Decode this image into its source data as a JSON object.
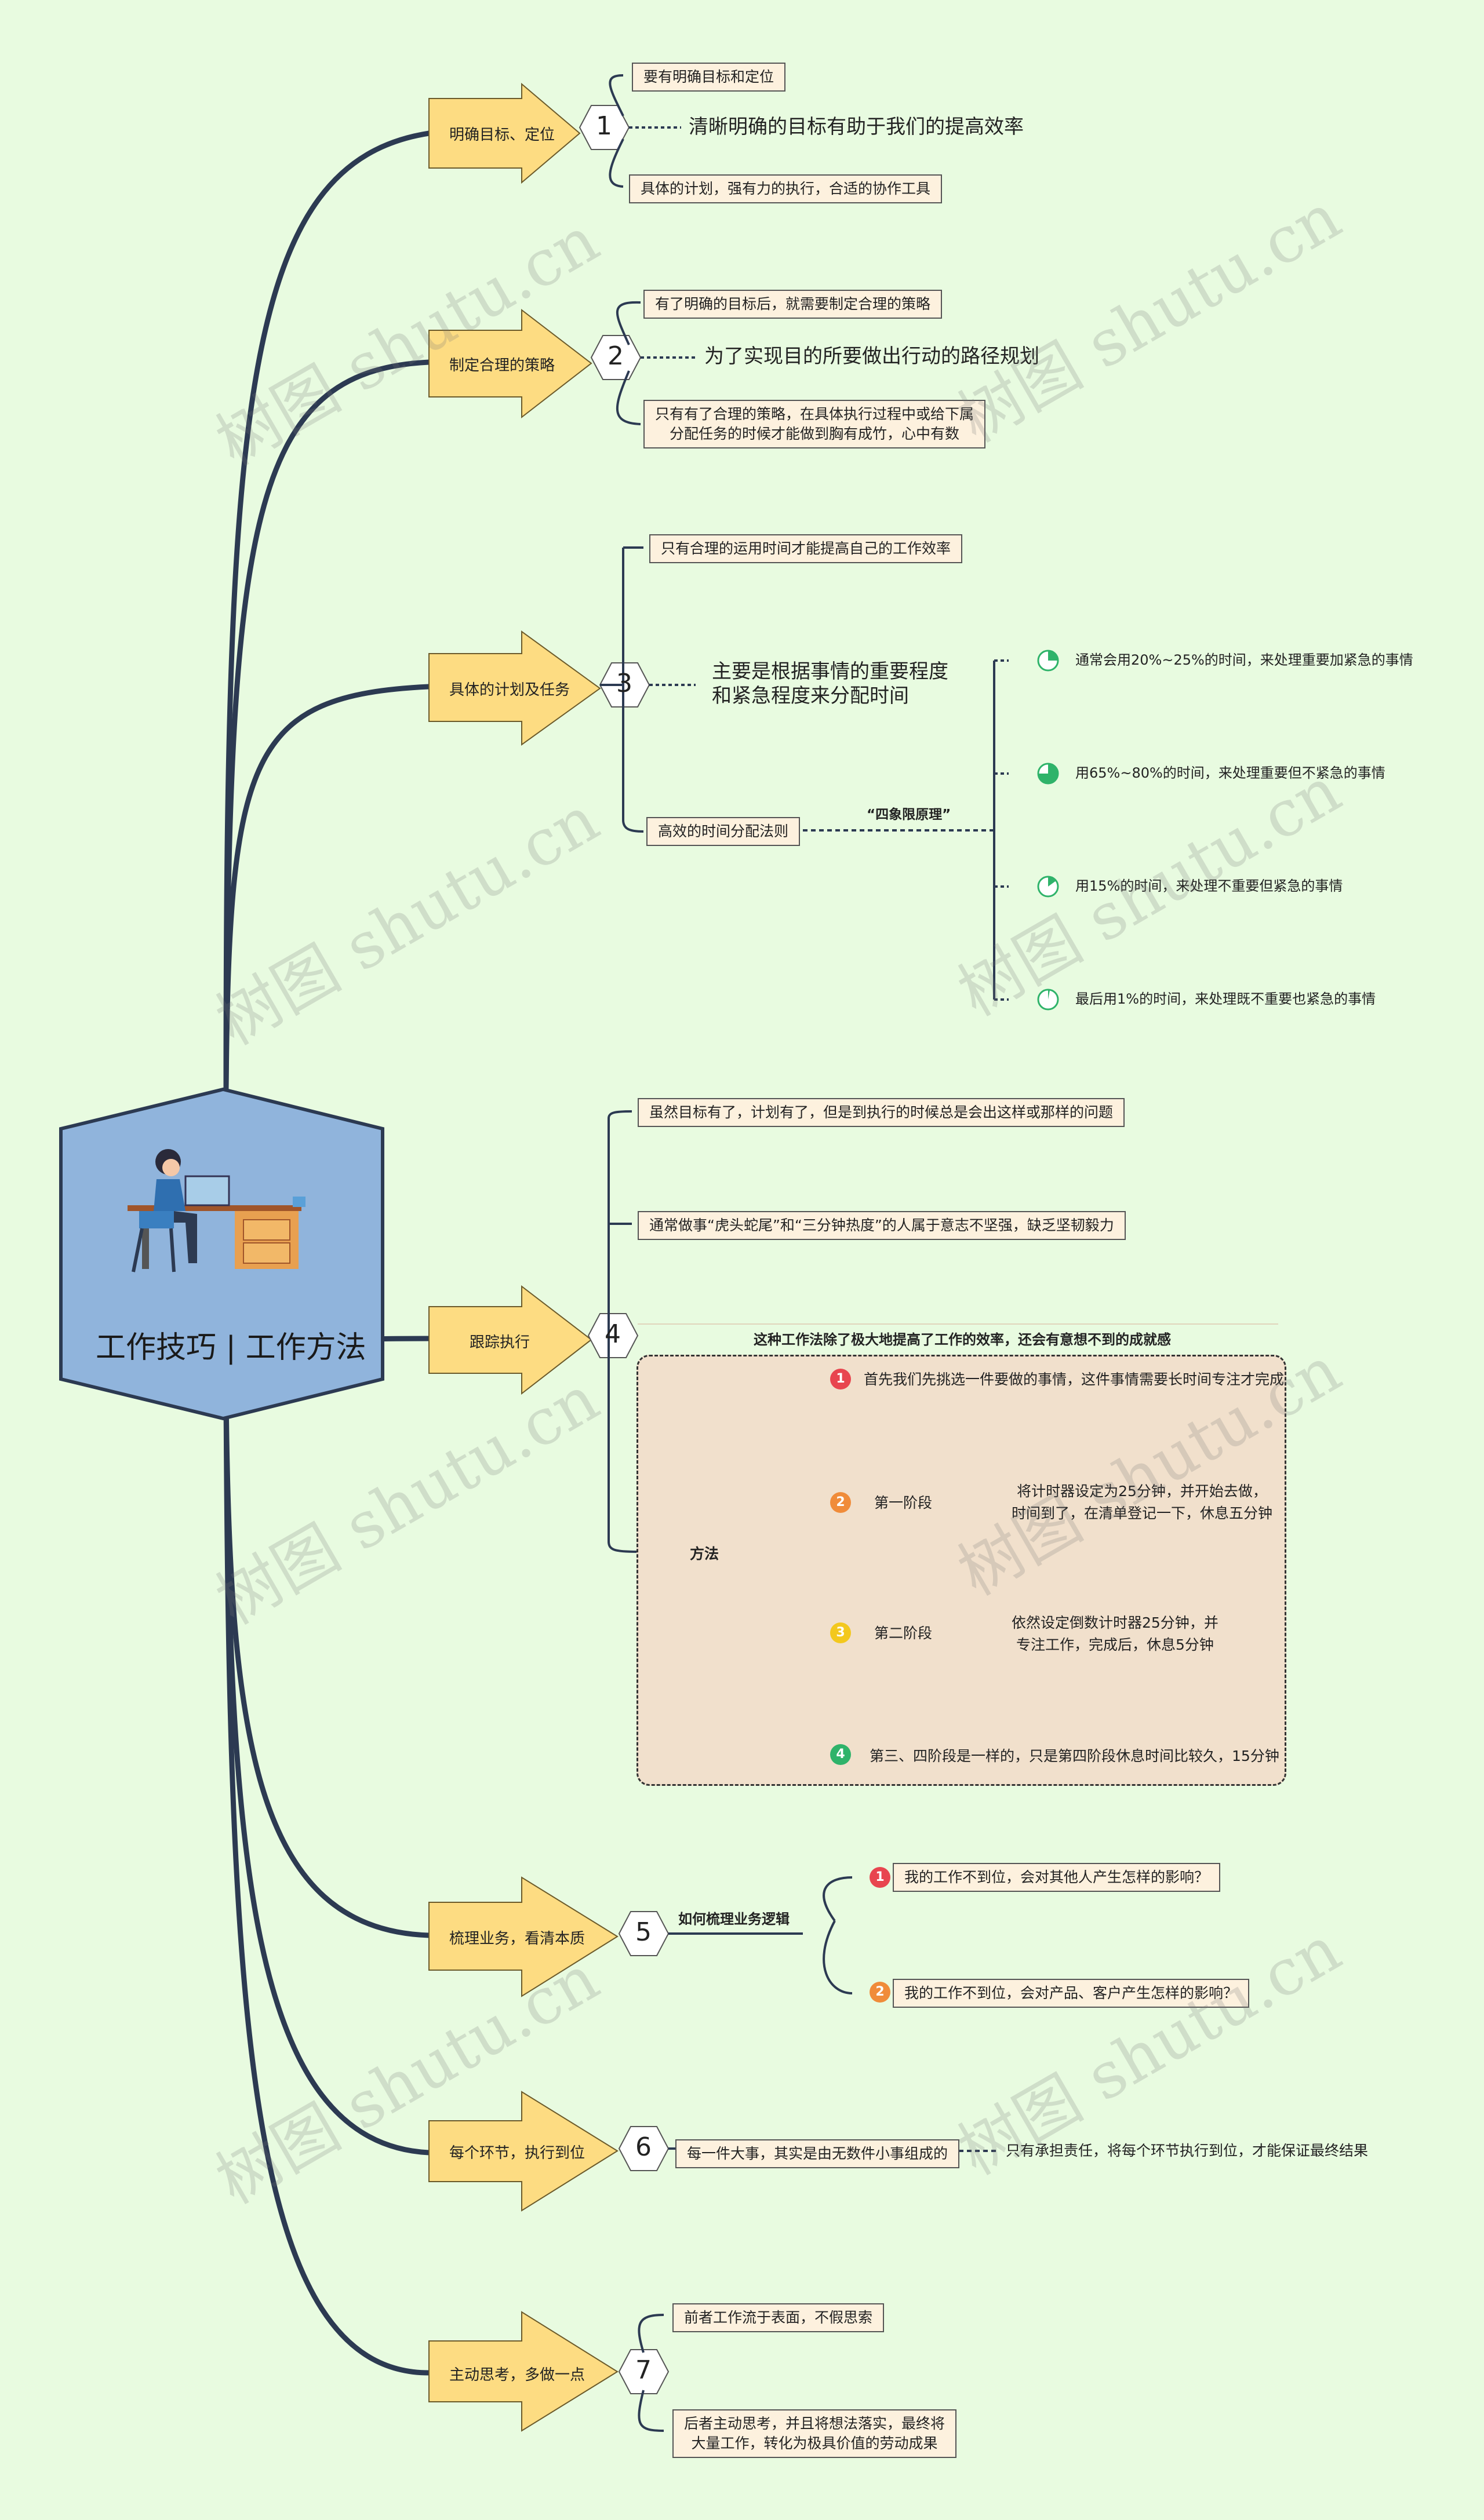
{
  "center": {
    "title": "工作技巧 | 工作方法"
  },
  "branches": [
    {
      "num": "1",
      "arrow": "明确目标、定位",
      "main": "清晰明确的目标有助于我们的提高效率",
      "subs": [
        "要有明确目标和定位",
        "具体的计划，强有力的执行，合适的协作工具"
      ]
    },
    {
      "num": "2",
      "arrow": "制定合理的策略",
      "main": "为了实现目的所要做出行动的路径规划",
      "subs": [
        "有了明确的目标后，就需要制定合理的策略",
        "只有有了合理的策略，在具体执行过程中或给下属\n分配任务的时候才能做到胸有成竹，心中有数"
      ]
    },
    {
      "num": "3",
      "arrow": "具体的计划及任务",
      "main": "主要是根据事情的重要程度\n和紧急程度来分配时间",
      "subs": [
        "只有合理的运用时间才能提高自己的工作效率",
        "高效的时间分配法则"
      ],
      "rule_label": "“四象限原理”",
      "quadrants": [
        {
          "text": "通常会用20%~25%的时间，来处理重要加紧急的事情",
          "fill": 0.25
        },
        {
          "text": "用65%~80%的时间，来处理重要但不紧急的事情",
          "fill": 0.75
        },
        {
          "text": "用15%的时间，来处理不重要但紧急的事情",
          "fill": 0.15
        },
        {
          "text": "最后用1%的时间，来处理既不重要也紧急的事情",
          "fill": 0.03
        }
      ]
    },
    {
      "num": "4",
      "arrow": "跟踪执行",
      "subs": [
        "虽然目标有了，计划有了，但是到执行的时候总是会出这样或那样的问题",
        "通常做事“虎头蛇尾”和“三分钟热度”的人属于意志不坚强，缺乏坚韧毅力"
      ],
      "method_heading": "这种工作法除了极大地提高了工作的效率，还会有意想不到的成就感",
      "method_label": "方法",
      "steps": [
        {
          "badge": "1",
          "text": "首先我们先挑选一件要做的事情，这件事情需要长时间专注才完成",
          "detail": ""
        },
        {
          "badge": "2",
          "text": "第一阶段",
          "detail": "将计时器设定为25分钟，并开始去做，\n时间到了，在清单登记一下，休息五分钟"
        },
        {
          "badge": "3",
          "text": "第二阶段",
          "detail": "依然设定倒数计时器25分钟，并\n专注工作，完成后，休息5分钟"
        },
        {
          "badge": "4",
          "text": "第三、四阶段是一样的，只是第四阶段休息时间比较久，15分钟",
          "detail": ""
        }
      ]
    },
    {
      "num": "5",
      "arrow": "梳理业务，看清本质",
      "main": "如何梳理业务逻辑",
      "subs": [
        "我的工作不到位，会对其他人产生怎样的影响？",
        "我的工作不到位，会对产品、客户产生怎样的影响？"
      ]
    },
    {
      "num": "6",
      "arrow": "每个环节，执行到位",
      "main": "每一件大事，其实是由无数件小事组成的",
      "subs": [
        "只有承担责任，将每个环节执行到位，才能保证最终结果"
      ]
    },
    {
      "num": "7",
      "arrow": "主动思考，多做一点",
      "subs": [
        "前者工作流于表面，不假思索",
        "后者主动思考，并且将想法落实，最终将\n大量工作，转化为极具价值的劳动成果"
      ]
    }
  ],
  "watermark": "树图 shutu.cn",
  "colors": {
    "background": "#e8fbe0",
    "arrow": "#fddc82",
    "hex_center": "#90b4dc",
    "line": "#2c3a52",
    "badge1": "#e8454f",
    "badge2": "#f08c3a",
    "badge3": "#f3c81e",
    "badge4": "#2fb36a"
  }
}
